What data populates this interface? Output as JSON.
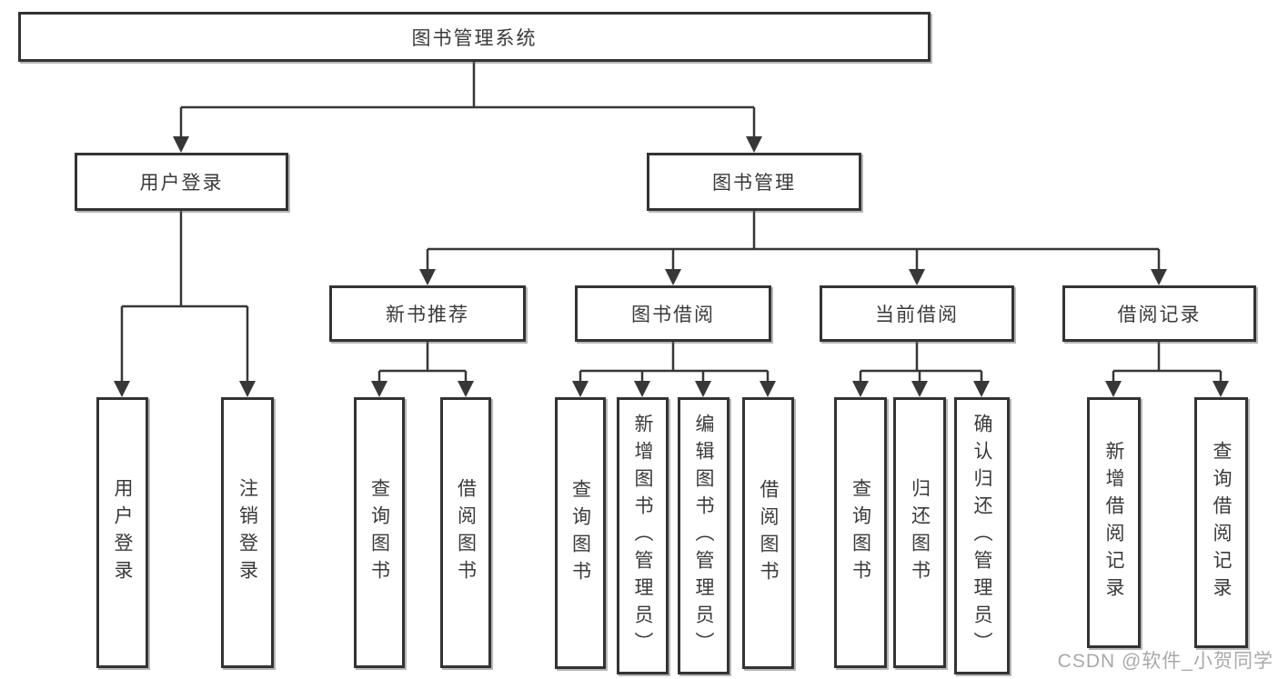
{
  "diagram": {
    "root": {
      "label": "图书管理系统"
    },
    "branches": [
      {
        "label": "用户登录",
        "children": [
          {
            "label": "用户登录"
          },
          {
            "label": "注销登录"
          }
        ]
      },
      {
        "label": "图书管理",
        "groups": [
          {
            "label": "新书推荐",
            "children": [
              {
                "label": "查询图书"
              },
              {
                "label": "借阅图书"
              }
            ]
          },
          {
            "label": "图书借阅",
            "children": [
              {
                "label": "查询图书"
              },
              {
                "label": "新增图书（管理员）"
              },
              {
                "label": "编辑图书（管理员）"
              },
              {
                "label": "借阅图书"
              }
            ]
          },
          {
            "label": "当前借阅",
            "children": [
              {
                "label": "查询图书"
              },
              {
                "label": "归还图书"
              },
              {
                "label": "确认归还（管理员）"
              }
            ]
          },
          {
            "label": "借阅记录",
            "children": [
              {
                "label": "新增借阅记录"
              },
              {
                "label": "查询借阅记录"
              }
            ]
          }
        ]
      }
    ]
  },
  "watermark": {
    "text": "CSDN @软件_小贺同学"
  },
  "colors": {
    "line": "#373737",
    "box_border": "#333333",
    "text": "#3a3a3a",
    "watermark": "#a9a9a9",
    "background": "#ffffff"
  }
}
